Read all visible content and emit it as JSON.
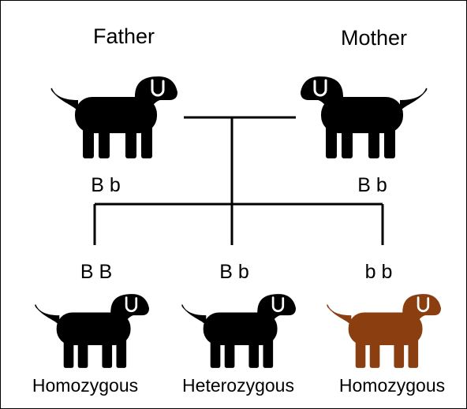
{
  "parents": {
    "father": {
      "title": "Father",
      "genotype": "B b",
      "color": "#000000"
    },
    "mother": {
      "title": "Mother",
      "genotype": "B b",
      "color": "#000000"
    }
  },
  "offspring": [
    {
      "genotype": "B B",
      "zygosity": "Homozygous",
      "color": "#000000"
    },
    {
      "genotype": "B b",
      "zygosity": "Heterozygous",
      "color": "#000000"
    },
    {
      "genotype": "b b",
      "zygosity": "Homozygous",
      "color": "#8B3E10"
    }
  ],
  "icons": {
    "dog": "dog-icon"
  }
}
